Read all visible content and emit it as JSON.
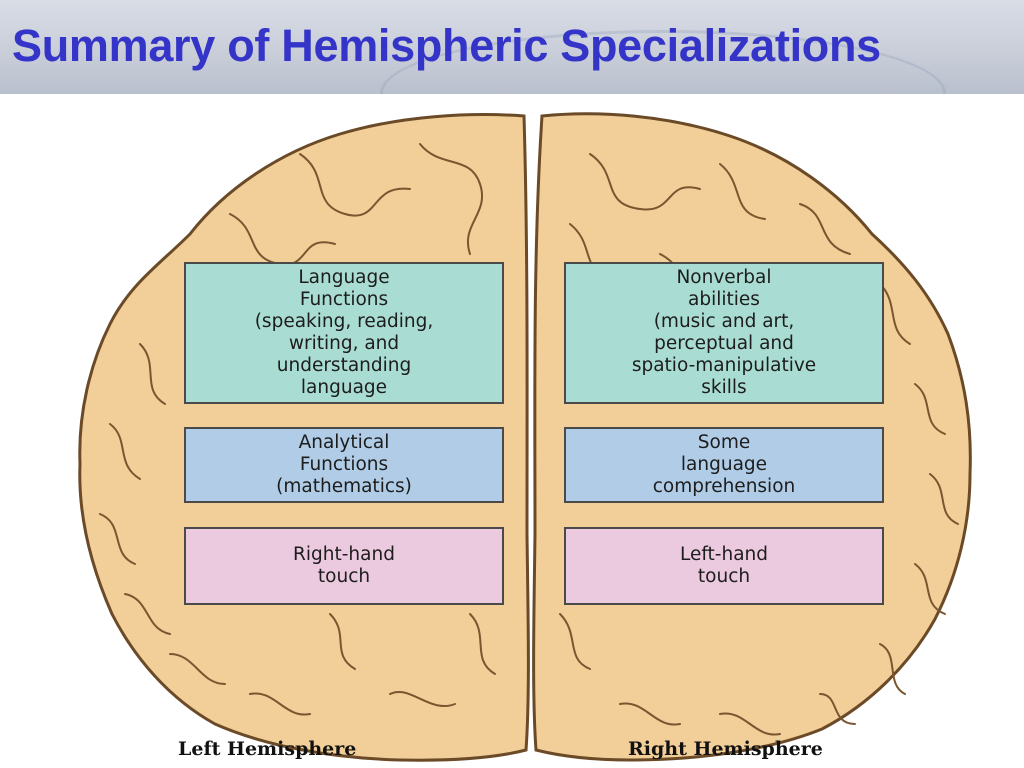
{
  "title": "Summary of Hemispheric Specializations",
  "colors": {
    "title": "#3434c8",
    "brain_fill": "#f2cf98",
    "brain_outline": "#6b4a28",
    "box_teal": "#a9dcd2",
    "box_blue": "#b0cce6",
    "box_pink": "#ebc9df"
  },
  "left_hemisphere": {
    "label": "Left Hemisphere",
    "boxes": [
      "Language\nFunctions\n(speaking, reading,\nwriting, and\nunderstanding\nlanguage",
      "Analytical\nFunctions\n(mathematics)",
      "Right-hand\ntouch"
    ]
  },
  "right_hemisphere": {
    "label": "Right Hemisphere",
    "boxes": [
      "Nonverbal\nabilities\n(music and art,\nperceptual and\nspatio-manipulative\nskills",
      "Some\nlanguage\ncomprehension",
      "Left-hand\ntouch"
    ]
  }
}
